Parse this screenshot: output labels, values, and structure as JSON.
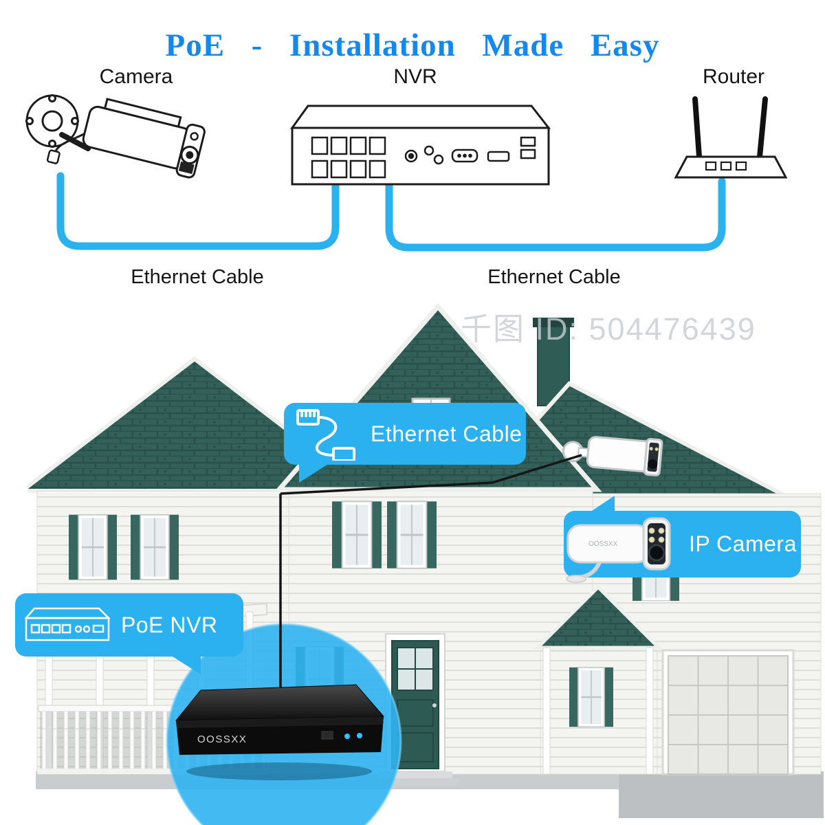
{
  "title": "PoE - Installation Made Easy",
  "top_diagram": {
    "camera_label": "Camera",
    "nvr_label": "NVR",
    "router_label": "Router",
    "cable_label_left": "Ethernet Cable",
    "cable_label_right": "Ethernet Cable"
  },
  "house_callouts": {
    "ethernet_cable_label": "Ethernet Cable",
    "ip_camera_label": "IP Camera",
    "poe_nvr_label": "PoE NVR"
  },
  "device": {
    "brand": "OOSSXX"
  },
  "watermark": "千图 ID: 504476439",
  "colors": {
    "title_blue": "#1389ef",
    "cable_blue": "#29b2ef",
    "callout_blue": "#2bb1ef",
    "roof_teal": "#33615a",
    "shutter_teal": "#386760",
    "text_black": "#151515",
    "led_blue": "#35c1ff"
  }
}
